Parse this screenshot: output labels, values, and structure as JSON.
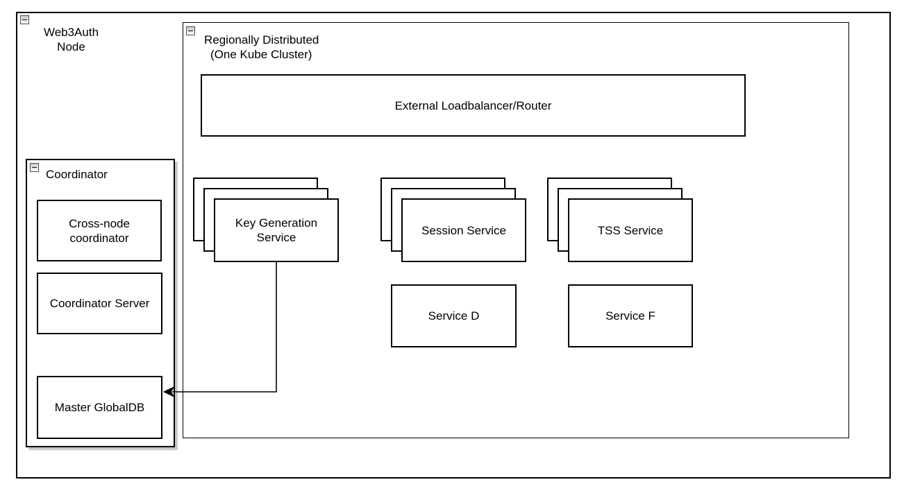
{
  "colors": {
    "stroke": "#000000",
    "fill": "#ffffff",
    "shadow": "#c9c9c9"
  },
  "icons": {
    "collapse_minus": "−"
  },
  "web3auth_container": {
    "title_line1": "Web3Auth",
    "title_line2": "Node"
  },
  "region_container": {
    "title_line1": "Regionally Distributed",
    "title_line2": "(One Kube Cluster)"
  },
  "loadbalancer": {
    "label": "External Loadbalancer/Router"
  },
  "coordinator": {
    "title": "Coordinator",
    "cross_node": {
      "line1": "Cross-node",
      "line2": "coordinator"
    },
    "server": {
      "label": "Coordinator Server"
    },
    "master_db": {
      "label": "Master GlobalDB"
    }
  },
  "stacks": {
    "key_generation": {
      "line1": "Key Generation",
      "line2": "Service",
      "replica_layers": 3
    },
    "session": {
      "label": "Session Service",
      "replica_layers": 3
    },
    "tss": {
      "label": "TSS Service",
      "replica_layers": 3
    }
  },
  "services": {
    "service_d": {
      "label": "Service D"
    },
    "service_f": {
      "label": "Service F"
    }
  },
  "edges": {
    "kgs_to_masterdb": {
      "from": "Key Generation Service",
      "to": "Master GlobalDB",
      "arrow": "left"
    }
  }
}
